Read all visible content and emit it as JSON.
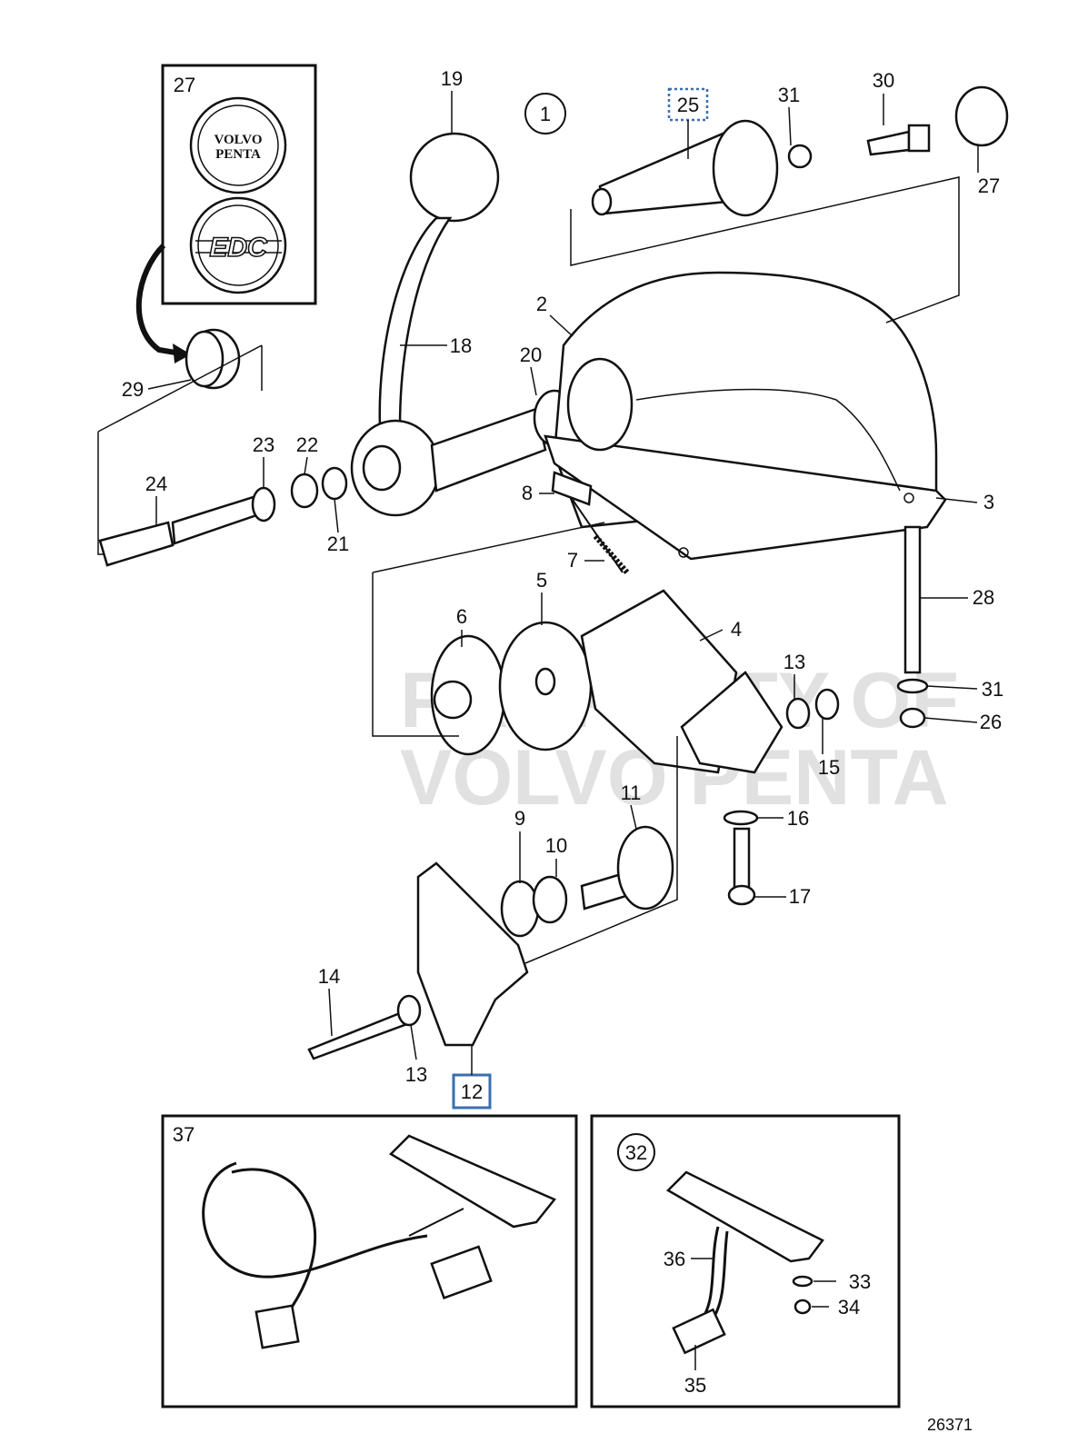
{
  "drawing_number": "26371",
  "watermark": {
    "line1": "PROPERTY OF",
    "line2": "VOLVO PENTA"
  },
  "badge_volvo": {
    "line1": "VOLVO",
    "line2": "PENTA"
  },
  "badge_edc": "EDC",
  "callouts": {
    "c1": "1",
    "c2": "2",
    "c3": "3",
    "c4": "4",
    "c5": "5",
    "c6": "6",
    "c7": "7",
    "c8": "8",
    "c9": "9",
    "c10": "10",
    "c11": "11",
    "c12": "12",
    "c13a": "13",
    "c13b": "13",
    "c14": "14",
    "c15": "15",
    "c16": "16",
    "c17": "17",
    "c18": "18",
    "c19": "19",
    "c20": "20",
    "c21": "21",
    "c22": "22",
    "c23": "23",
    "c24": "24",
    "c25": "25",
    "c26": "26",
    "c27a": "27",
    "c27b": "27",
    "c28": "28",
    "c29": "29",
    "c30": "30",
    "c31a": "31",
    "c31b": "31",
    "c32": "32",
    "c33": "33",
    "c34": "34",
    "c35": "35",
    "c36": "36",
    "c37": "37"
  },
  "highlight_colors": {
    "selected": "#3a6fb0",
    "dotted": "#3a6fb0"
  }
}
